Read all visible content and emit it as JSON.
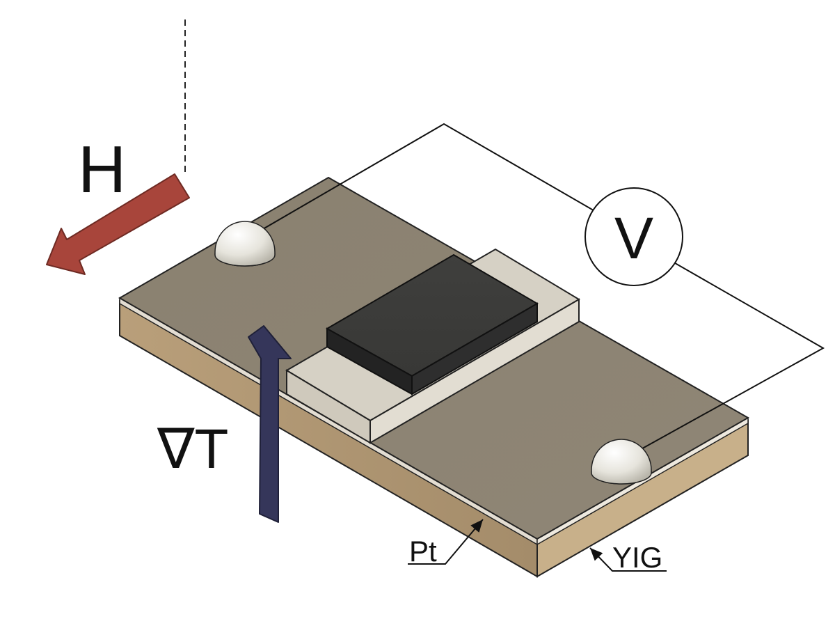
{
  "labels": {
    "field": "H",
    "voltmeter": "V",
    "gradient": "∇T",
    "film": "Pt",
    "substrate": "YIG"
  },
  "colors": {
    "field_arrow": "#a8453b",
    "gradient_arrow": "#35365a",
    "pt_top": "#8c8272",
    "yig_side": "#c4a882",
    "heater_block": "#2a2a2a",
    "spacer": "#d8d3c8",
    "contact": "#ecebe4"
  },
  "icons": {
    "voltmeter": "voltmeter-circle-icon",
    "field": "arrow-left-down-icon",
    "gradient": "arrow-up-icon"
  }
}
